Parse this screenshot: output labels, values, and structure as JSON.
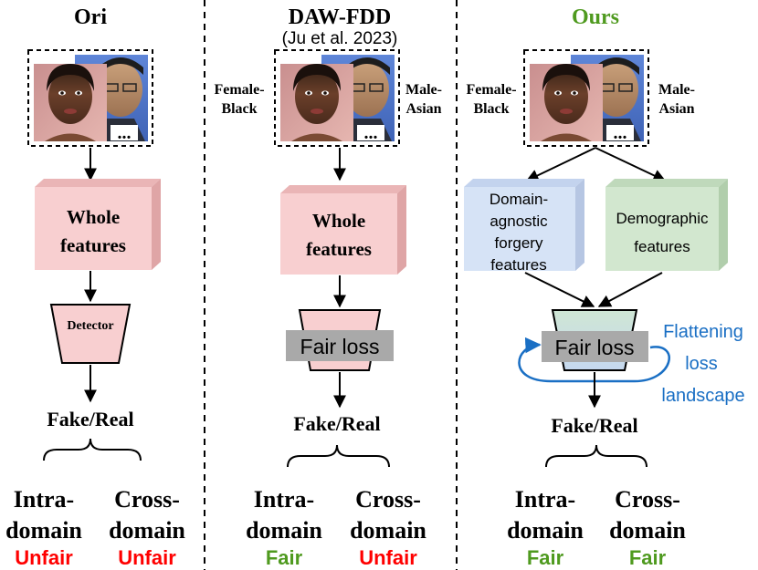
{
  "colors": {
    "unfair": "#ff0000",
    "fair": "#4f9a1f",
    "ours_title": "#4f9a1f",
    "flatten": "#1a6fc4",
    "box_pink": "#f8cfd0",
    "box_blue": "#d6e3f6",
    "box_green": "#d2e7cf",
    "gray_box": "#a9a9a9"
  },
  "ori": {
    "title": "Ori",
    "ellipsis": "...",
    "features_line1": "Whole",
    "features_line2": "features",
    "detector": "Detector",
    "output": "Fake/Real",
    "intra_l1": "Intra-",
    "intra_l2": "domain",
    "intra_status": "Unfair",
    "cross_l1": "Cross-",
    "cross_l2": "domain",
    "cross_status": "Unfair"
  },
  "daw": {
    "title": "DAW-FDD",
    "subtitle": "(Ju et al. 2023)",
    "female_l1": "Female-",
    "female_l2": "Black",
    "male_l1": "Male-",
    "male_l2": "Asian",
    "ellipsis": "...",
    "features_line1": "Whole",
    "features_line2": "features",
    "fair_loss": "Fair loss",
    "output": "Fake/Real",
    "intra_l1": "Intra-",
    "intra_l2": "domain",
    "intra_status": "Fair",
    "cross_l1": "Cross-",
    "cross_l2": "domain",
    "cross_status": "Unfair"
  },
  "ours": {
    "title": "Ours",
    "female_l1": "Female-",
    "female_l2": "Black",
    "male_l1": "Male-",
    "male_l2": "Asian",
    "ellipsis": "...",
    "agnostic_l1": "Domain-",
    "agnostic_l2": "agnostic",
    "agnostic_l3": "forgery",
    "agnostic_l4": "features",
    "demo_l1": "Demographic",
    "demo_l2": "features",
    "fair_loss": "Fair loss",
    "flatten_l1": "Flattening",
    "flatten_l2": "loss",
    "flatten_l3": "landscape",
    "output": "Fake/Real",
    "intra_l1": "Intra-",
    "intra_l2": "domain",
    "intra_status": "Fair",
    "cross_l1": "Cross-",
    "cross_l2": "domain",
    "cross_status": "Fair"
  }
}
